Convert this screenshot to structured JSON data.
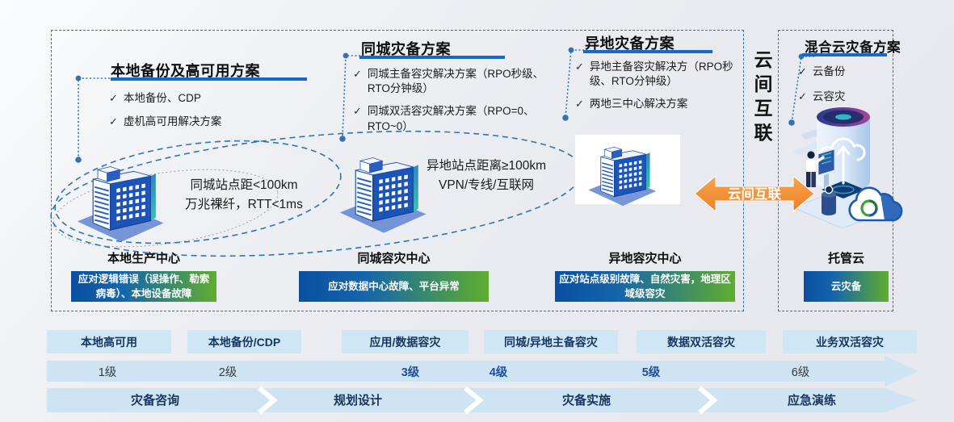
{
  "solutions": [
    {
      "title": "本地备份及高可用方案",
      "bullets": [
        "本地备份、CDP",
        "虚机高可用解决方案"
      ]
    },
    {
      "title": "同城灾备方案",
      "bullets": [
        "同城主备容灾解决方案（RPO秒级、RTO分钟级）",
        "同城双活容灾解决方案（RPO=0、RTO~0）"
      ]
    },
    {
      "title": "异地灾备方案",
      "bullets": [
        "异地主备容灾解决方（RPO秒级、RTO分钟级）",
        "两地三中心解决方案"
      ]
    },
    {
      "title": "混合云灾备方案",
      "bullets": [
        "云备份",
        "云容灾"
      ]
    }
  ],
  "icons": {
    "check": "✓"
  },
  "interconnect": {
    "vertical_label": "云间互联",
    "arrow_label": "云间互联"
  },
  "links": [
    {
      "line1": "同城站点距<100km",
      "line2": "万兆裸纤，RTT<1ms"
    },
    {
      "line1": "异地站点距离≥100km",
      "line2": "VPN/专线/互联网"
    }
  ],
  "centers": [
    {
      "name": "本地生产中心",
      "desc": "应对逻辑错误（误操作、勒索病毒）、本地设备故障"
    },
    {
      "name": "同城容灾中心",
      "desc": "应对数据中心故障、平台异常"
    },
    {
      "name": "异地容灾中心",
      "desc": "应对站点级别故障、自然灾害，地理区域级容灾"
    },
    {
      "name": "托管云",
      "desc": "云灾备"
    }
  ],
  "maturity": {
    "capabilities": [
      "本地高可用",
      "本地备份/CDP",
      "应用/数据容灾",
      "同城/异地主备容灾",
      "数据双活容灾",
      "业务双活容灾"
    ],
    "levels": [
      {
        "label": "1级",
        "emphasis": false
      },
      {
        "label": "2级",
        "emphasis": false
      },
      {
        "label": "3级",
        "emphasis": true
      },
      {
        "label": "4级",
        "emphasis": true
      },
      {
        "label": "5级",
        "emphasis": true
      },
      {
        "label": "6级",
        "emphasis": false
      }
    ],
    "phases": [
      "灾备咨询",
      "规划设计",
      "灾备实施",
      "应急演练"
    ]
  },
  "colors": {
    "dash_border": "#2e74b5",
    "title_underline": "#1569c8",
    "bar_gradient_start": "#0a4fa0",
    "bar_gradient_end": "#5fae2e",
    "light_blue_bar": "#cfe4f3",
    "level_emphasis": "#1f4e9e",
    "orange_arrow": "#f0923e",
    "building_blue": "#1b53b6"
  }
}
